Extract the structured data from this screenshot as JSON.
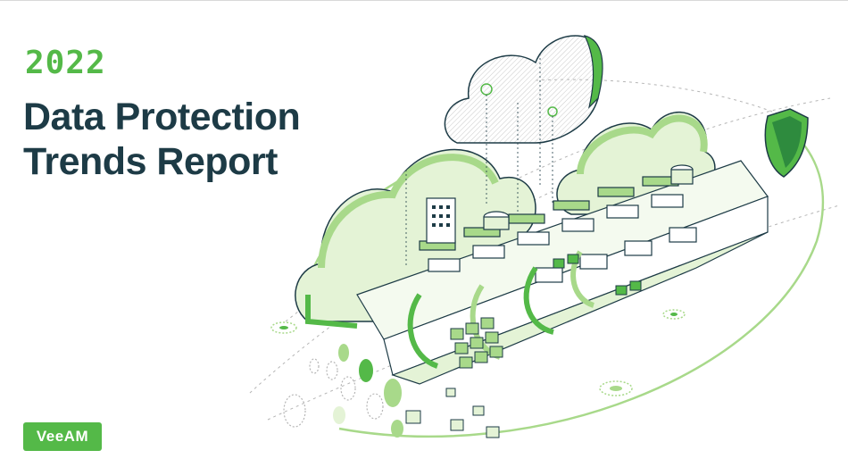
{
  "header": {
    "year": "2022",
    "title_line1": "Data Protection",
    "title_line2": "Trends Report"
  },
  "brand": {
    "logo_text": "VeeAM",
    "accent_color": "#54b948",
    "light_green": "#a8d98a",
    "title_color": "#1d3b46",
    "dark_green": "#2e8b3e"
  },
  "illustration": {
    "icons": [
      "cloud-icon",
      "shield-icon",
      "server-rack-icon",
      "data-cube-icon"
    ]
  }
}
